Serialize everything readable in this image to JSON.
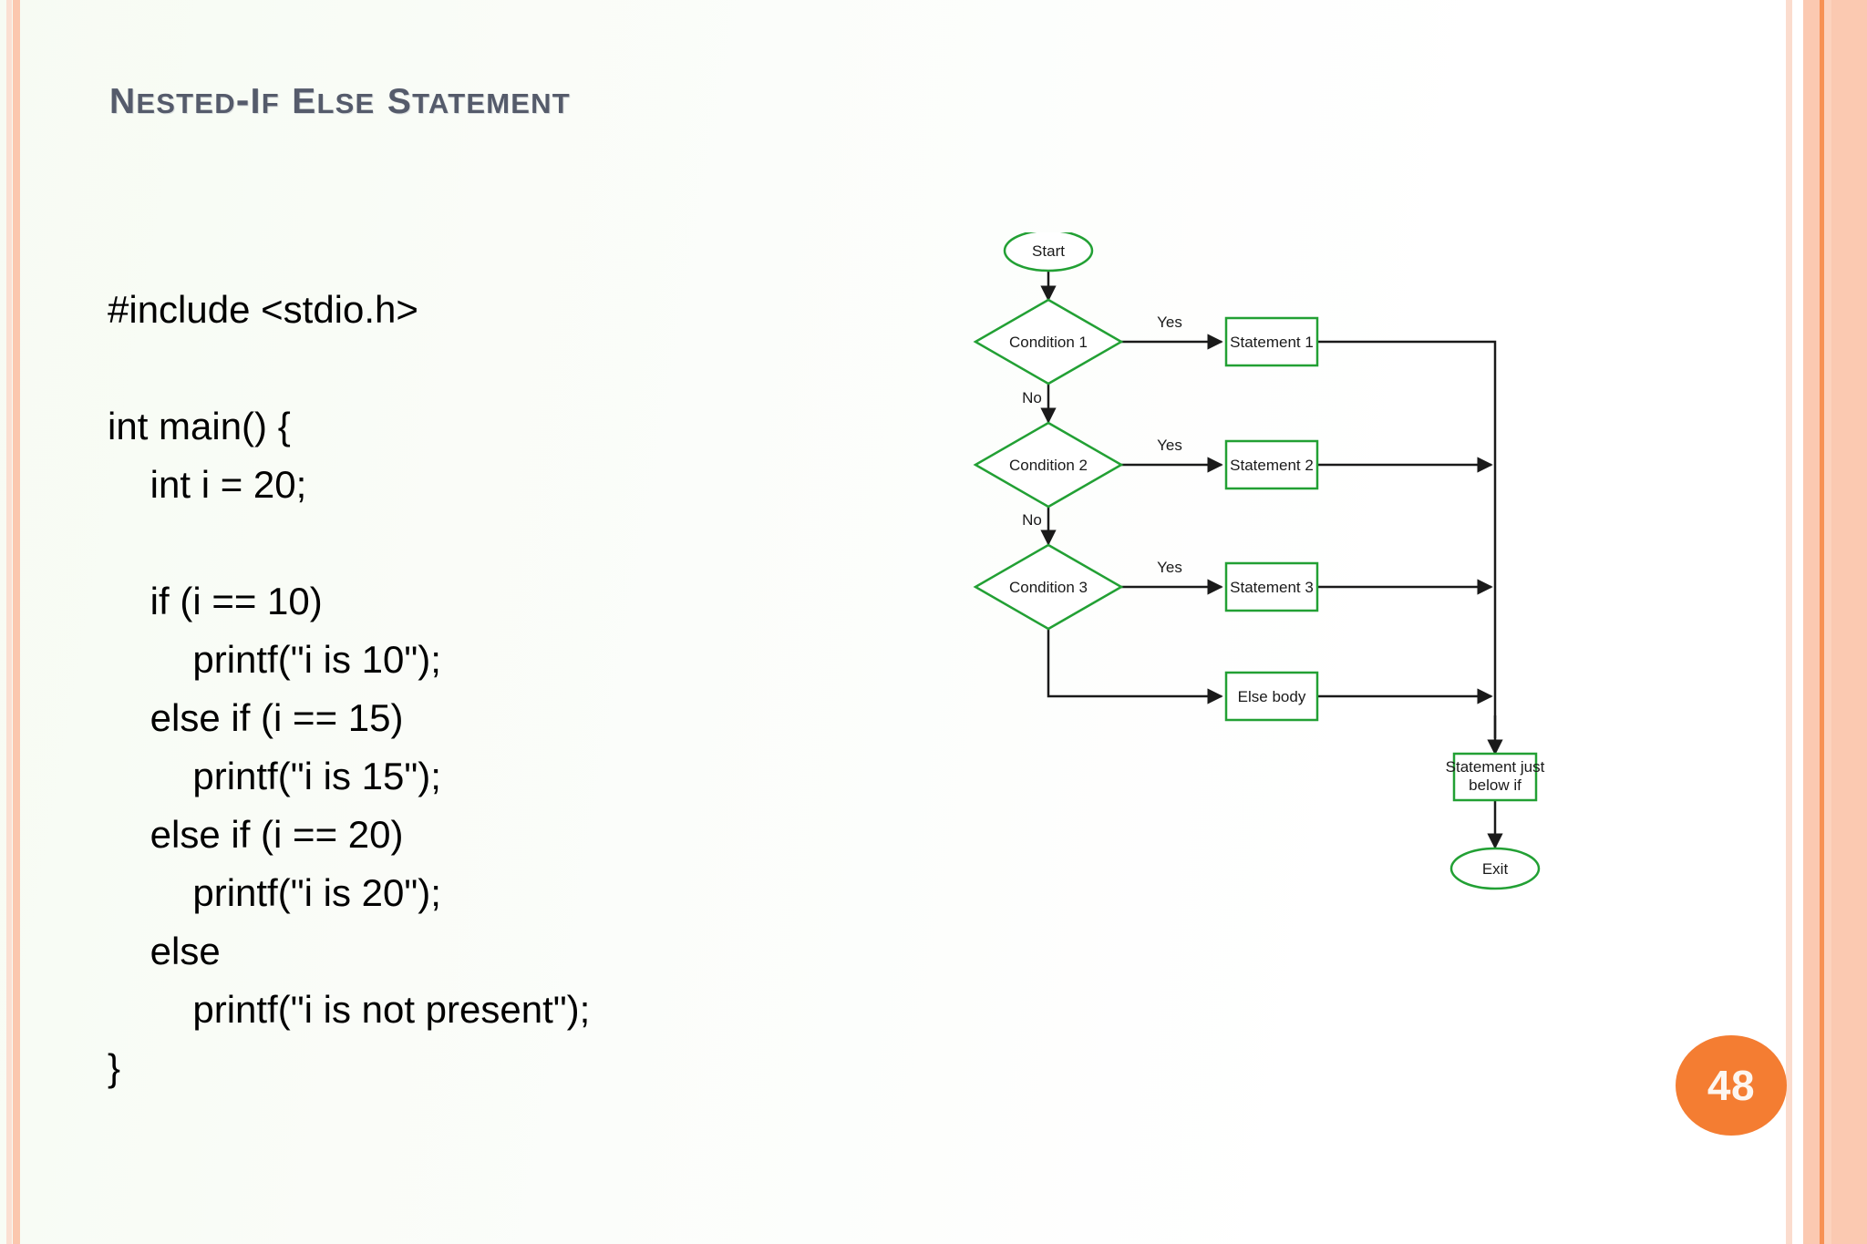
{
  "slide": {
    "title": "Nested-If Else Statement",
    "page_number": "48"
  },
  "code": {
    "lines": [
      "#include <stdio.h>",
      "",
      "int main() {",
      "    int i = 20;",
      "",
      "    if (i == 10)",
      "        printf(\"i is 10\");",
      "    else if (i == 15)",
      "        printf(\"i is 15\");",
      "    else if (i == 20)",
      "        printf(\"i is 20\");",
      "    else",
      "        printf(\"i is not present\");",
      "}"
    ]
  },
  "flowchart": {
    "type": "flowchart",
    "nodes": {
      "start": "Start",
      "condition1": "Condition 1",
      "condition2": "Condition 2",
      "condition3": "Condition 3",
      "statement1": "Statement 1",
      "statement2": "Statement 2",
      "statement3": "Statement 3",
      "else_body": "Else body",
      "below_if_line1": "Statement just",
      "below_if_line2": "below if",
      "exit": "Exit"
    },
    "edge_labels": {
      "yes1": "Yes",
      "no1": "No",
      "yes2": "Yes",
      "no2": "No",
      "yes3": "Yes"
    },
    "colors": {
      "node_stroke": "#22a034",
      "node_fill": "#ffffff",
      "arrow": "#1a1a1a",
      "text": "#1a1a1a"
    }
  },
  "theme": {
    "title_color": "#555b6b",
    "accent_orange": "#f47d32",
    "edge_peach": "#fbc9b1",
    "background": "#fafdf8"
  }
}
